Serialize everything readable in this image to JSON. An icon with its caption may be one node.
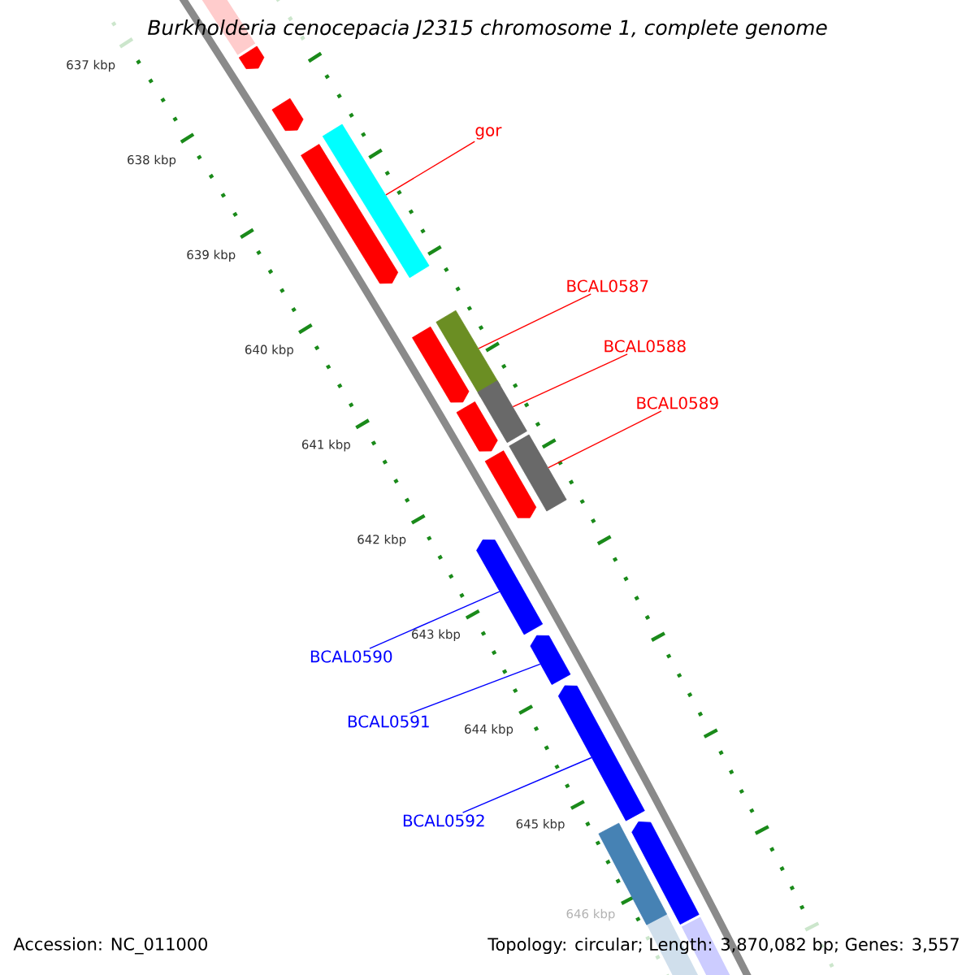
{
  "diagram": {
    "title": "Burkholderia cenocepacia J2315 chromosome 1, complete genome",
    "nodes": [
      {
        "text": [],
        "shape": "pentagon"
      },
      {
        "text": [],
        "shape": "pentagon"
      },
      {
        "text": [
          "gor"
        ]
      },
      {
        "text": [],
        "shape": "bar"
      },
      {
        "text": [],
        "shape": "pentagon"
      },
      {
        "text": [
          "BCAL0587"
        ]
      },
      {
        "text": [],
        "shape": "bar"
      },
      {
        "text": [],
        "shape": "pentagon"
      },
      {
        "text": [
          "BCAL0588"
        ]
      },
      {
        "text": [],
        "shape": "bar"
      },
      {
        "text": [
          "BCAL0589"
        ]
      },
      {
        "text": [],
        "shape": "pentagon"
      },
      {
        "text": [],
        "shape": "bar"
      },
      {
        "text": [],
        "shape": "pentagon"
      },
      {
        "text": [],
        "shape": "pentagon"
      },
      {
        "text": [
          "BCAL0590"
        ]
      },
      {
        "text": [],
        "shape": "pentagon"
      },
      {
        "text": [
          "BCAL0591"
        ]
      },
      {
        "text": [],
        "shape": "pentagon"
      },
      {
        "text": [
          "BCAL0592"
        ]
      },
      {
        "text": [],
        "shape": "pentagon"
      },
      {
        "text": [],
        "shape": "bar"
      }
    ],
    "edges": [
      {
        "from": 2,
        "to": 3,
        "arrow": "none"
      },
      {
        "from": 5,
        "to": 6,
        "arrow": "none"
      },
      {
        "from": 8,
        "to": 9,
        "arrow": "none"
      },
      {
        "from": 10,
        "to": 12,
        "arrow": "none"
      },
      {
        "from": 15,
        "to": 14,
        "arrow": "none",
        "color": "#0000ff"
      },
      {
        "from": 17,
        "to": 16,
        "arrow": "none",
        "color": "#0000ff"
      },
      {
        "from": 19,
        "to": 18,
        "arrow": "none",
        "color": "#0000ff"
      }
    ],
    "labels": [
      "637 kbp",
      "638 kbp",
      "639 kbp",
      "640 kbp",
      "641 kbp",
      "642 kbp",
      "643 kbp",
      "644 kbp",
      "645 kbp",
      "646 kbp",
      "Accession: NC_011000",
      "Topology: circular; Length: 3,870,082 bp; Genes: 3,557"
    ]
  }
}
